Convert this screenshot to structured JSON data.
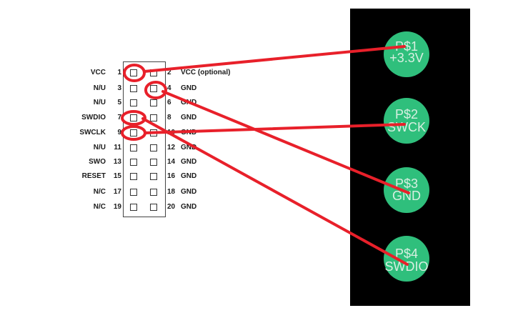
{
  "header": {
    "pins": [
      {
        "num": "1",
        "name": "VCC"
      },
      {
        "num": "2",
        "name": "VCC (optional)"
      },
      {
        "num": "3",
        "name": "N/U"
      },
      {
        "num": "4",
        "name": "GND"
      },
      {
        "num": "5",
        "name": "N/U"
      },
      {
        "num": "6",
        "name": "GND"
      },
      {
        "num": "7",
        "name": "SWDIO"
      },
      {
        "num": "8",
        "name": "GND"
      },
      {
        "num": "9",
        "name": "SWCLK"
      },
      {
        "num": "10",
        "name": "GND"
      },
      {
        "num": "11",
        "name": "N/U"
      },
      {
        "num": "12",
        "name": "GND"
      },
      {
        "num": "13",
        "name": "SWO"
      },
      {
        "num": "14",
        "name": "GND"
      },
      {
        "num": "15",
        "name": "RESET"
      },
      {
        "num": "16",
        "name": "GND"
      },
      {
        "num": "17",
        "name": "N/C"
      },
      {
        "num": "18",
        "name": "GND"
      },
      {
        "num": "19",
        "name": "N/C"
      },
      {
        "num": "20",
        "name": "GND"
      }
    ]
  },
  "pads": [
    {
      "id": "P$1",
      "label": "+3.3V"
    },
    {
      "id": "P$2",
      "label": "SWCK"
    },
    {
      "id": "P$3",
      "label": "GND"
    },
    {
      "id": "P$4",
      "label": "SWDIO"
    }
  ],
  "connections": [
    {
      "from_pin": "1",
      "to_pad": "P$1"
    },
    {
      "from_pin": "4",
      "to_pad": "P$3"
    },
    {
      "from_pin": "7",
      "to_pad": "P$4"
    },
    {
      "from_pin": "9",
      "to_pad": "P$2"
    }
  ],
  "colors": {
    "wire": "#e8202a",
    "pad": "#2fbf7c",
    "board": "#000000"
  }
}
